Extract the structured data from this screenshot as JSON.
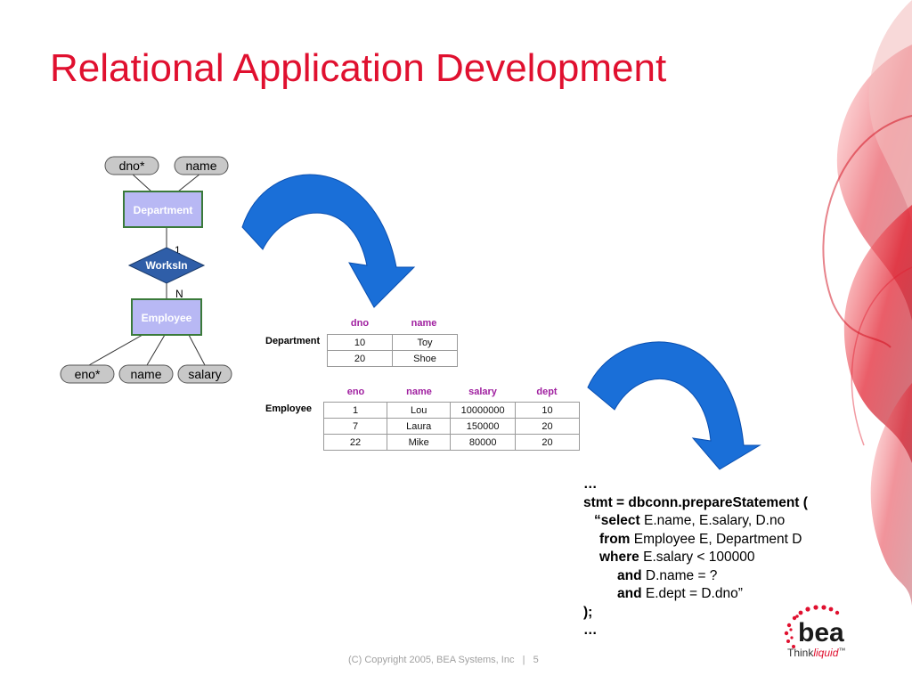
{
  "title": "Relational Application Development",
  "er": {
    "department_attrs": [
      "dno*",
      "name"
    ],
    "department_entity": "Department",
    "relationship": "WorksIn",
    "card_top": "1",
    "card_bottom": "N",
    "employee_entity": "Employee",
    "employee_attrs": [
      "eno*",
      "name",
      "salary"
    ]
  },
  "tables": {
    "department": {
      "label": "Department",
      "columns": [
        "dno",
        "name"
      ],
      "rows": [
        [
          "10",
          "Toy"
        ],
        [
          "20",
          "Shoe"
        ]
      ]
    },
    "employee": {
      "label": "Employee",
      "columns": [
        "eno",
        "name",
        "salary",
        "dept"
      ],
      "rows": [
        [
          "1",
          "Lou",
          "10000000",
          "10"
        ],
        [
          "7",
          "Laura",
          "150000",
          "20"
        ],
        [
          "22",
          "Mike",
          "80000",
          "20"
        ]
      ]
    }
  },
  "code": {
    "line1": "…",
    "line2": "stmt = dbconn.prepareStatement (",
    "line3_kw": "“select",
    "line3_rest": " E.name, E.salary, D.no",
    "line4_kw": "from",
    "line4_rest": " Employee E, Department D",
    "line5_kw": "where",
    "line5_rest": " E.salary < 100000",
    "line6_kw": "and",
    "line6_rest": " D.name = ?",
    "line7_kw": "and",
    "line7_rest": " E.dept = D.dno”",
    "line8": ");",
    "line9": "…"
  },
  "footer": "(C) Copyright 2005, BEA Systems, Inc   |   5",
  "logo": {
    "brand": "bea",
    "tag_think": "Think",
    "tag_liquid": "liquid",
    "tag_mark": "™"
  },
  "colors": {
    "title": "#e0102f",
    "entity_fill": "#b8b8f4",
    "entity_border": "#3a7a3a",
    "relationship_fill": "#2f5ea8",
    "attribute_fill": "#c8c8c8",
    "arrow": "#1a6fd8",
    "header_text": "#a020a0"
  }
}
